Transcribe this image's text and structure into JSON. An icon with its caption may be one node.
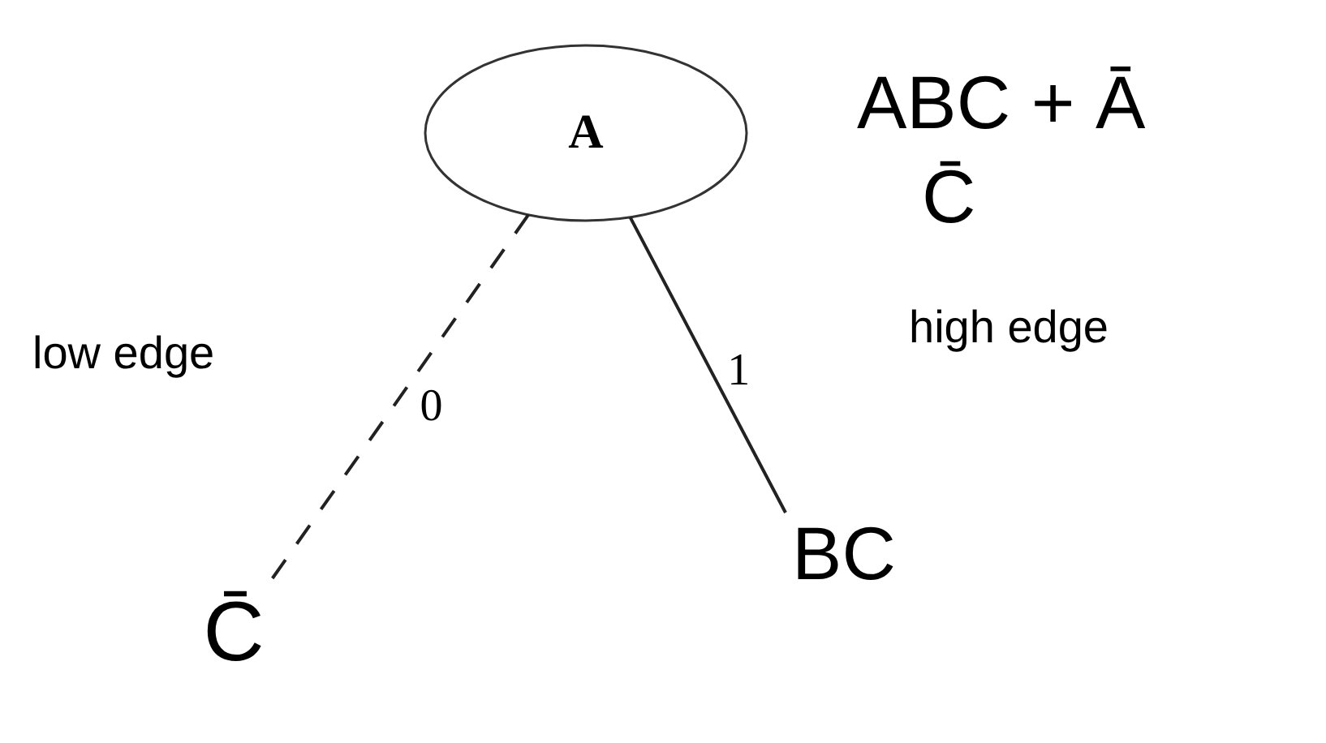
{
  "diagram": {
    "nodes": [
      {
        "text": [
          "A"
        ]
      },
      {
        "text": [
          "C̄"
        ]
      },
      {
        "text": [
          "BC"
        ]
      }
    ],
    "edges": [
      {
        "from": 0,
        "to": 1,
        "arrow": "none",
        "label": "0",
        "style": "dashed"
      },
      {
        "from": 0,
        "to": 2,
        "arrow": "none",
        "label": "1"
      }
    ],
    "labels": [
      "ABC + Ā",
      "C̄",
      "low edge",
      "high edge"
    ]
  }
}
